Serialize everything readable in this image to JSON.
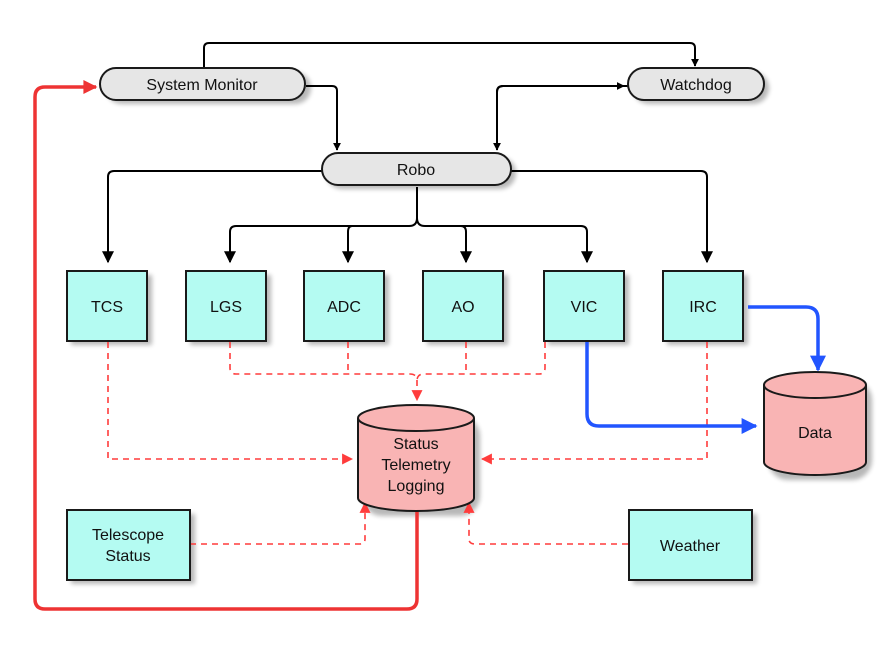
{
  "nodes": {
    "system_monitor": "System Monitor",
    "watchdog": "Watchdog",
    "robo": "Robo",
    "tcs": "TCS",
    "lgs": "LGS",
    "adc": "ADC",
    "ao": "AO",
    "vic": "VIC",
    "irc": "IRC",
    "data": "Data",
    "status_db": [
      "Status",
      "Telemetry",
      "Logging"
    ],
    "telescope_status": [
      "Telescope",
      "Status"
    ],
    "weather": "Weather"
  },
  "colors": {
    "control_arrow": "#000000",
    "status_dashed": "#ff3c3c",
    "monitor_feedback": "#ee3333",
    "data_flow": "#2255ff",
    "subsystem_fill": "#b4fbf2",
    "database_fill": "#f9b4b4",
    "process_fill": "#e6e6e6"
  }
}
